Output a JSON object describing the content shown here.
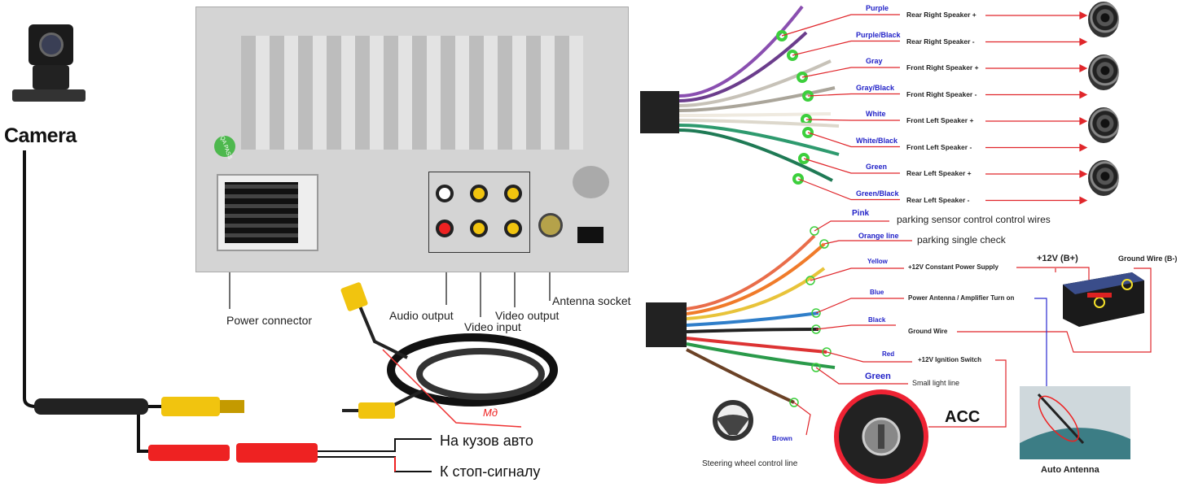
{
  "camera": {
    "label": "Camera"
  },
  "head_unit": {
    "qa_sticker": "QA PASS",
    "labels": {
      "power": "Power connector",
      "audio_out": "Audio output",
      "video_in": "Video input",
      "video_out": "Video output",
      "antenna": "Antenna socket"
    }
  },
  "camera_cable": {
    "wire_note": "Mд",
    "ground": "На кузов авто",
    "brake": "К стоп-сигналу"
  },
  "speaker_wires": [
    {
      "color": "Purple",
      "function": "Rear Right Speaker +",
      "hex": "#8a4fb0"
    },
    {
      "color": "Purple/Black",
      "function": "Rear Right Speaker -",
      "hex": "#6b3d8c"
    },
    {
      "color": "Gray",
      "function": "Front Right Speaker +",
      "hex": "#c7c2b8"
    },
    {
      "color": "Gray/Black",
      "function": "Front Right Speaker -",
      "hex": "#aaa59a"
    },
    {
      "color": "White",
      "function": "Front Left Speaker +",
      "hex": "#efeae0"
    },
    {
      "color": "White/Black",
      "function": "Front Left Speaker -",
      "hex": "#ddd8cc"
    },
    {
      "color": "Green",
      "function": "Rear Left Speaker +",
      "hex": "#2e9a6e"
    },
    {
      "color": "Green/Black",
      "function": "Rear Left Speaker -",
      "hex": "#1f7a55"
    }
  ],
  "power_wires": {
    "pink": {
      "color": "Pink",
      "function": "parking sensor control control wires"
    },
    "orange": {
      "color": "Orange line",
      "function": "parking single check"
    },
    "yellow": {
      "color": "Yellow",
      "function": "+12V Constant Power Supply"
    },
    "blue": {
      "color": "Blue",
      "function": "Power Antenna / Amplifier Turn on"
    },
    "black": {
      "color": "Black",
      "function": "Ground Wire"
    },
    "red": {
      "color": "Red",
      "function": "+12V  Ignition Switch"
    },
    "green": {
      "color": "Green",
      "function": "Small light line"
    },
    "brown": {
      "color": "Brown",
      "function": "Steering wheel control line"
    }
  },
  "battery": {
    "plus": "+12V  (B+)",
    "minus": "Ground Wire (B-)"
  },
  "acc": "ACC",
  "antenna": {
    "label": "Auto Antenna"
  },
  "colors": {
    "accent_line": "#e0262b",
    "label_blue": "#2323c8",
    "ring": "#3ccf3c"
  }
}
